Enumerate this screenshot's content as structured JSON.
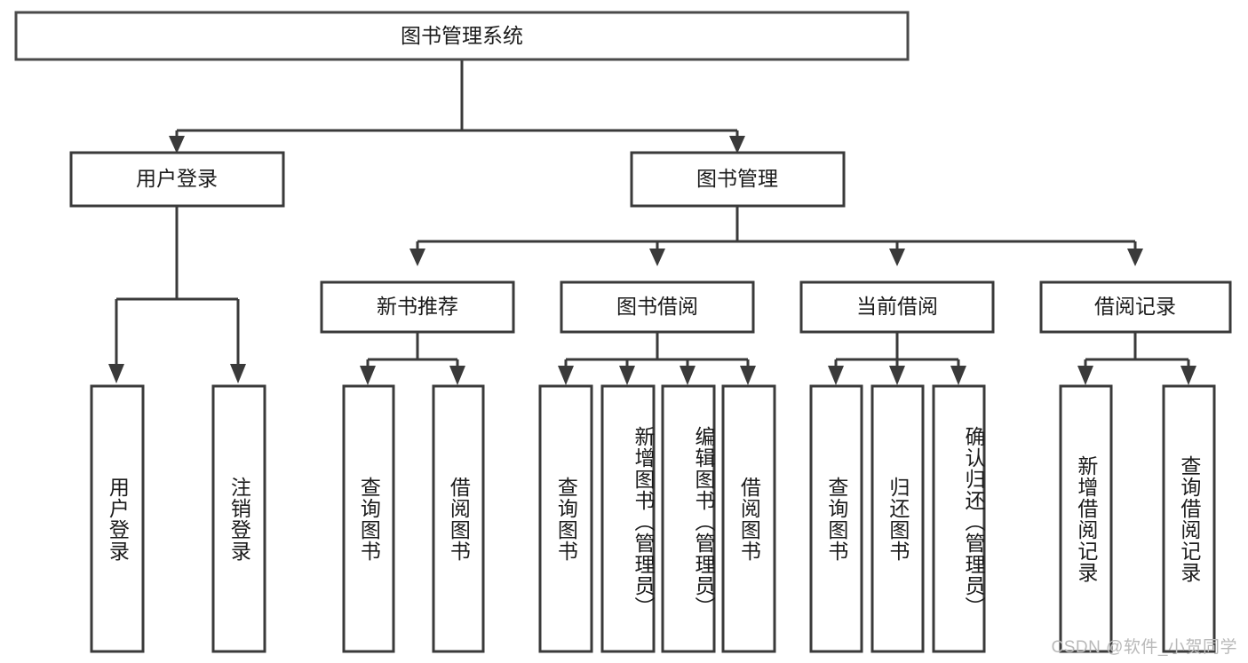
{
  "diagram": {
    "title": "图书管理系统",
    "type": "hierarchy-tree",
    "watermark": "CSDN @软件_小贺同学",
    "colors": {
      "box_stroke": "#3a3a3a",
      "box_fill": "#ffffff",
      "text": "#1b1b1b",
      "background": "#ffffff",
      "watermark": "#b9b9b9"
    },
    "root": {
      "label": "图书管理系统"
    },
    "level2": [
      {
        "label": "用户登录"
      },
      {
        "label": "图书管理"
      }
    ],
    "level3": [
      {
        "label": "新书推荐"
      },
      {
        "label": "图书借阅"
      },
      {
        "label": "当前借阅"
      },
      {
        "label": "借阅记录"
      }
    ],
    "leaves": {
      "user_login": [
        {
          "label": "用户登录"
        },
        {
          "label": "注销登录"
        }
      ],
      "new_book_recommend": [
        {
          "label": "查询图书"
        },
        {
          "label": "借阅图书"
        }
      ],
      "book_borrow": [
        {
          "label": "查询图书"
        },
        {
          "label": "新增图书（管理员）"
        },
        {
          "label": "编辑图书（管理员）"
        },
        {
          "label": "借阅图书"
        }
      ],
      "current_borrow": [
        {
          "label": "查询图书"
        },
        {
          "label": "归还图书"
        },
        {
          "label": "确认归还（管理员）"
        }
      ],
      "borrow_record": [
        {
          "label": "新增借阅记录"
        },
        {
          "label": "查询借阅记录"
        }
      ]
    }
  }
}
